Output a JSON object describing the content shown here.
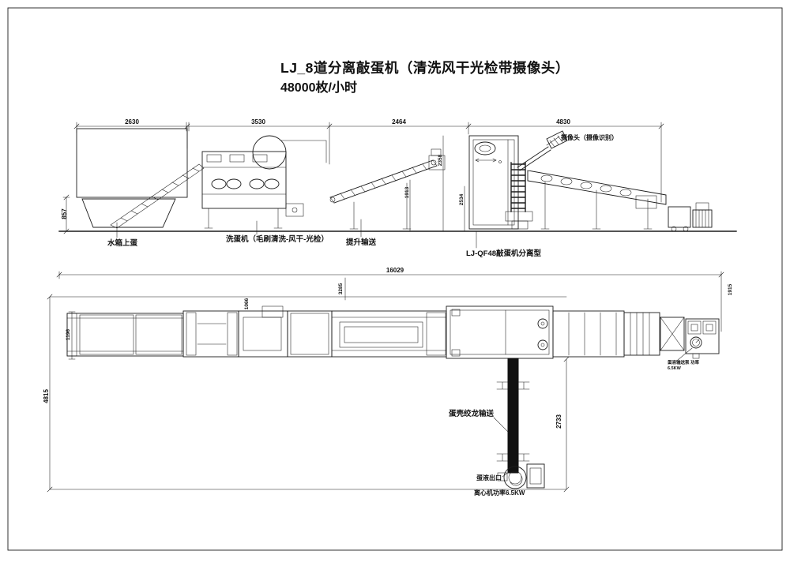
{
  "sheet": {
    "title_line1": "LJ_8道分离敲蛋机（清洗风干光检带摄像头）",
    "title_line2": "48000枚/小时"
  },
  "side_view": {
    "dim_2630": "2630",
    "dim_3530": "3530",
    "dim_2464": "2464",
    "dim_4830": "4830",
    "dim_857": "857",
    "dim_1913": "1913",
    "dim_2358": "2358",
    "dim_2534": "2534",
    "label_water_tank": "水箱上蛋",
    "label_washer": "洗蛋机（毛刷清洗-风干-光检）",
    "label_elevator": "提升输送",
    "label_breaker": "LJ-QF48敲蛋机分离型",
    "label_camera": "摄像头（摄像识别）"
  },
  "plan_view": {
    "dim_16029": "16029",
    "dim_3285": "3285",
    "dim_1915": "1915",
    "dim_1066": "1066",
    "dim_1196": "1196",
    "dim_4815": "4815",
    "dim_2733": "2733",
    "label_auger": "蛋壳绞龙输送",
    "label_egg_outlet": "蛋液出口",
    "label_centrifuge": "离心机功率6.5KW",
    "label_pump_line1": "蛋液输送泵 功率",
    "label_pump_line2": "6.5KW"
  },
  "colors": {
    "line": "#1c1c1c",
    "background": "#ffffff"
  }
}
